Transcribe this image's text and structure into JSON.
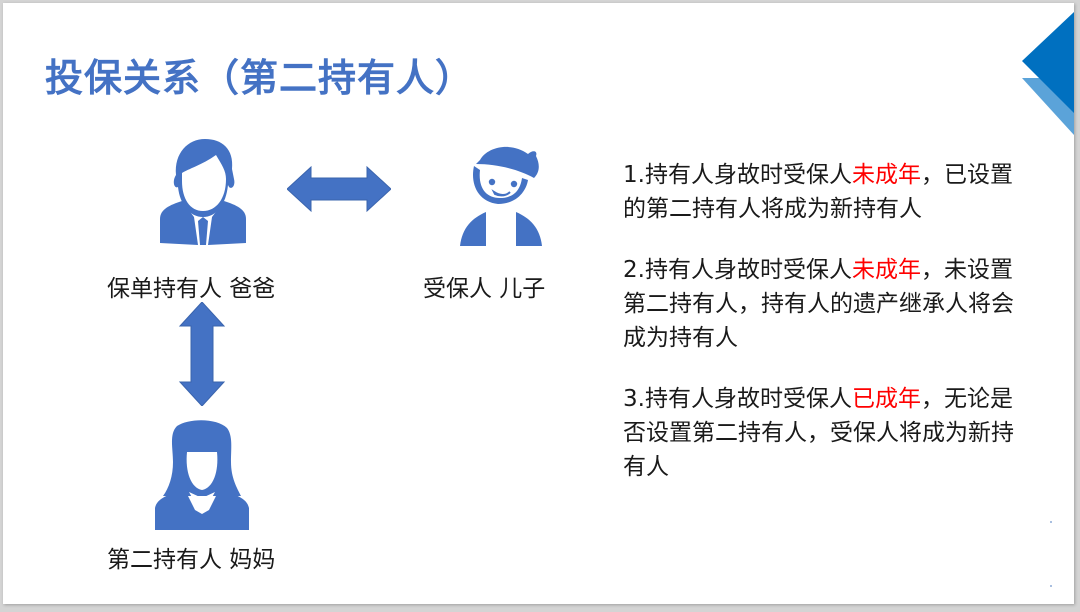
{
  "slide": {
    "title": "投保关系（第二持有人）",
    "accent_color": "#4472c4",
    "highlight_color": "#ff0000",
    "decoration": {
      "primary_color": "#0070c0",
      "secondary_color": "#5ba3d9"
    }
  },
  "diagram": {
    "nodes": [
      {
        "id": "policyholder",
        "icon": "man-icon",
        "label": "保单持有人 爸爸"
      },
      {
        "id": "insured",
        "icon": "boy-icon",
        "label": "受保人 儿子"
      },
      {
        "id": "second_holder",
        "icon": "woman-icon",
        "label": "第二持有人 妈妈"
      }
    ],
    "edges": [
      {
        "from": "policyholder",
        "to": "insured",
        "type": "double-arrow-horizontal"
      },
      {
        "from": "policyholder",
        "to": "second_holder",
        "type": "double-arrow-vertical"
      }
    ]
  },
  "rules": [
    {
      "prefix": "1.持有人身故时受保人",
      "highlight": "未成年",
      "rest": "，已设置的第二持有人将成为新持有人"
    },
    {
      "prefix": "2.持有人身故时受保人",
      "highlight": "未成年",
      "rest": "，未设置第二持有人，持有人的遗产继承人将会成为持有人"
    },
    {
      "prefix": "3.持有人身故时受保人",
      "highlight": "已成年",
      "rest": "，无论是否设置第二持有人，受保人将成为新持有人"
    }
  ]
}
